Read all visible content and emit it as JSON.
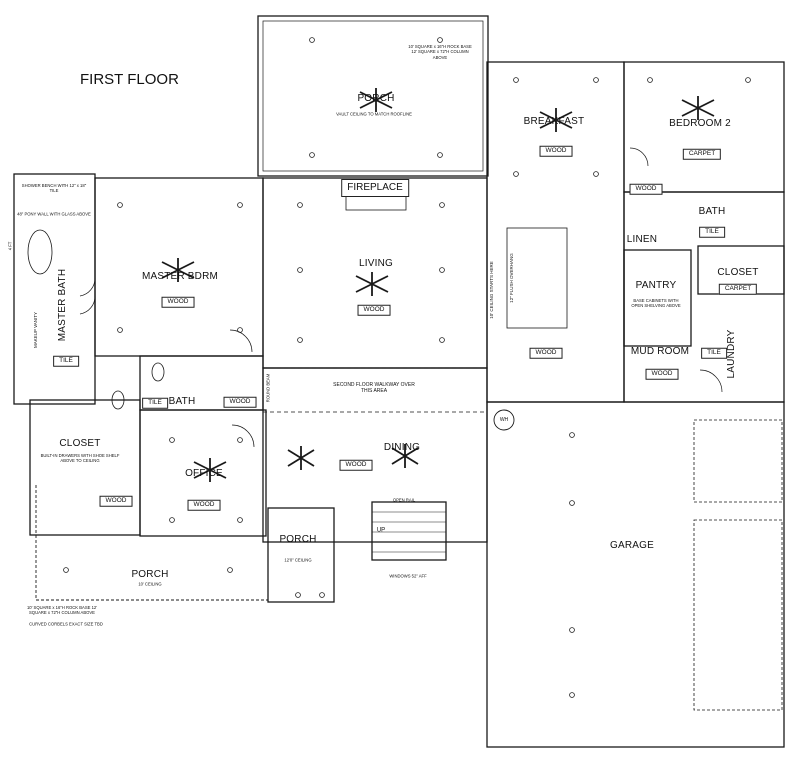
{
  "title": "FIRST FLOOR",
  "rooms": {
    "porch_top": "PORCH",
    "porch_top_note": "VAULT CEILING TO MATCH ROOFLINE",
    "breakfast": "BREAKFAST",
    "bedroom2": "BEDROOM 2",
    "fireplace": "FIREPLACE",
    "master_bedroom": "MASTER BDRM",
    "living": "LIVING",
    "master_bath": "MASTER BATH",
    "bath_upper": "BATH",
    "linen": "LINEN",
    "pantry": "PANTRY",
    "pantry_note": "BASE CABINETS WITH OPEN SHELVING ABOVE",
    "closet_right": "CLOSET",
    "mud_room": "MUD ROOM",
    "laundry": "LAUNDRY",
    "bath_lower": "BATH",
    "walkway_note": "SECOND FLOOR WALKWAY OVER THIS AREA",
    "closet_left": "CLOSET",
    "closet_left_note": "BUILT-IN DRAWERS WITH SHOE SHELF ABOVE TO CEILING",
    "office": "OFFICE",
    "dining": "DINING",
    "porch_front": "PORCH",
    "porch_front_note": "12'0\" CEILING",
    "porch_bottom": "PORCH",
    "porch_bottom_note": "10' CEILING",
    "garage": "GARAGE",
    "wh": "WH",
    "up": "UP"
  },
  "floor_labels": {
    "wood_breakfast": "WOOD",
    "carpet_bedroom2": "CARPET",
    "wood_pantry_entry": "WOOD",
    "tile_bath_upper": "TILE",
    "wood_master": "WOOD",
    "wood_living": "WOOD",
    "wood_kitchen": "WOOD",
    "carpet_closet": "CARPET",
    "tile_master_bath": "TILE",
    "tile_bath_lower": "TILE",
    "wood_bath_hall": "WOOD",
    "tile_mud": "TILE",
    "wood_mud": "WOOD",
    "wood_dining": "WOOD",
    "wood_closet_left": "WOOD",
    "wood_office": "WOOD"
  },
  "notes": {
    "porch_columns": "10' SQUARE x 16\"H ROCK BASE 12' SQUARE x 72\"H COLUMN ABOVE",
    "shower_bench": "SHOWER BENCH WITH 12\" x 18\" TILE",
    "pony_wall": "48\" PONY WALL WITH GLASS ABOVE",
    "ceiling_step": "10' CEILING STARTS HERE",
    "bar_note": "12\" FLUSH OVERHANG",
    "makeup_vanity": "MAKEUP VANITY",
    "open_rail": "OPEN RAIL",
    "windows_aff": "WINDOWS 52\" AFF",
    "corbels": "CURVED CORBELS EXACT SIZE TBD",
    "porch_columns_bottom": "10' SQUARE x 16\"H ROCK BASE 12' SQUARE x 72\"H COLUMN ABOVE",
    "four_ft": "4 FT",
    "beam_note": "ROUND BEAM"
  }
}
